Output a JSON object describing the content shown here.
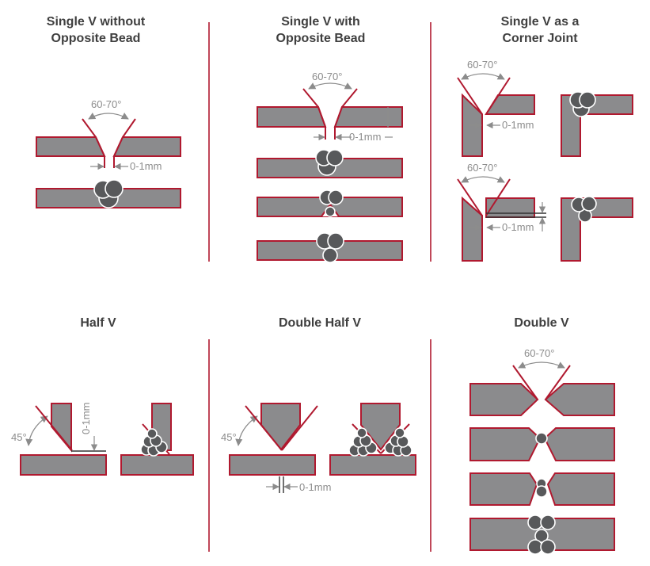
{
  "titles": {
    "single_v_without_l1": "Single V without",
    "single_v_without_l2": "Opposite Bead",
    "single_v_with_l1": "Single V with",
    "single_v_with_l2": "Opposite Bead",
    "single_v_corner_l1": "Single V as a",
    "single_v_corner_l2": "Corner Joint",
    "half_v": "Half V",
    "double_half_v": "Double Half V",
    "double_v": "Double V"
  },
  "labels": {
    "angle": "60-70°",
    "gap": "0-1mm",
    "half_angle": "45°"
  },
  "colors": {
    "plate_fill": "#8b8b8d",
    "plate_edge": "#b0192f",
    "bead": "#58595b",
    "dimension": "#8c8c8c",
    "title": "#3f3f3f"
  }
}
